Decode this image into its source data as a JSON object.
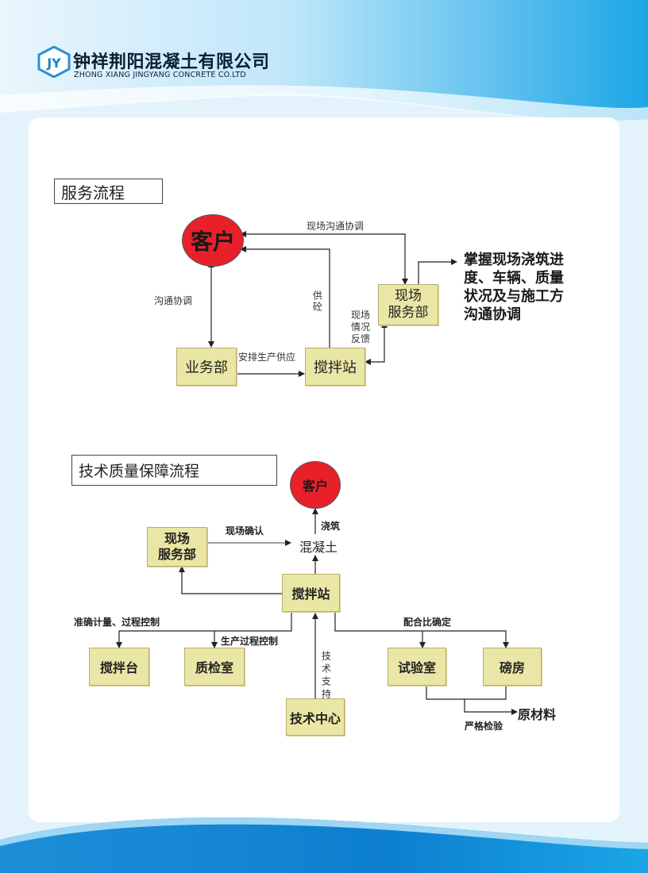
{
  "company": {
    "name_cn": "钟祥荆阳混凝土有限公司",
    "name_en": "ZHONG XIANG JINGYANG CONCRETE CO.LTD",
    "logo_letters": "JY"
  },
  "service_flow": {
    "title": "服务流程",
    "customer": "客户",
    "business_dept": "业务部",
    "mixing_station": "搅拌站",
    "field_service_dept": "现场\n服务部",
    "edge_coordination": "沟通协调",
    "edge_supply": "供砼",
    "edge_site_coordination": "现场沟通协调",
    "edge_arrange_production": "安排生产供应",
    "edge_feedback": "现场\n情况\n反馈",
    "note": "掌握现场浇筑进度、车辆、质量状况及与施工方沟通协调"
  },
  "tech_flow": {
    "title": "技术质量保障流程",
    "customer": "客户",
    "field_service_dept": "现场\n服务部",
    "site_confirm": "现场确认",
    "pour": "浇筑",
    "concrete": "混凝土",
    "mixing_station": "搅拌站",
    "accurate_metering": "准确计量、过程控制",
    "production_control": "生产过程控制",
    "mix_ratio": "配合比确定",
    "mixing_platform": "搅拌台",
    "quality_room": "质检室",
    "tech_support": "技术支持",
    "lab": "试验室",
    "weighing_room": "磅房",
    "tech_center": "技术中心",
    "raw_materials": "原材料",
    "strict_inspection": "严格检验"
  }
}
